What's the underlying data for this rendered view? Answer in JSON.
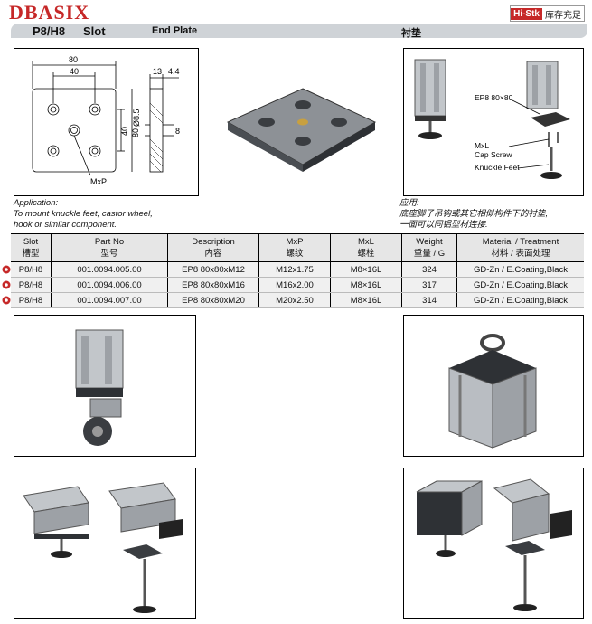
{
  "brand": {
    "name": "DBASIX",
    "badge_en": "Hi-Stk",
    "badge_cn": "库存充足"
  },
  "header": {
    "slot": "P8/H8",
    "slot_label": "Slot",
    "product": "End Plate",
    "product_cn": "衬垫"
  },
  "drawing": {
    "dim_80_top": "80",
    "dim_40_top": "40",
    "dim_13": "13",
    "dim_4_4": "4.4",
    "dim_8_5": "Ø8.5",
    "dim_40_side": "40",
    "dim_80_side": "80",
    "dim_8": "8",
    "thread": "MxP"
  },
  "assembly_labels": {
    "plate": "EP8 80×80",
    "screw_line1": "MxL",
    "screw_line2": "Cap Screw",
    "feet": "Knuckle Feet"
  },
  "application": {
    "en": [
      "Application:",
      "To mount knuckle feet, castor wheel,",
      "hook or similar component."
    ],
    "cn": [
      "应用:",
      "底座脚子吊钩或其它相似构件下的衬垫,",
      "一面可以同铝型材连接."
    ]
  },
  "table": {
    "headers": [
      {
        "en": "Slot",
        "cn": "槽型"
      },
      {
        "en": "Part No",
        "cn": "型号"
      },
      {
        "en": "Description",
        "cn": "内容"
      },
      {
        "en": "MxP",
        "cn": "螺纹"
      },
      {
        "en": "MxL",
        "cn": "螺栓"
      },
      {
        "en": "Weight",
        "cn": "重量 / G"
      },
      {
        "en": "Material / Treatment",
        "cn": "材料 / 表面处理"
      }
    ],
    "rows": [
      {
        "slot": "P8/H8",
        "part": "001.0094.005.00",
        "desc": "EP8 80x80xM12",
        "mxp": "M12x1.75",
        "mxl": "M8×16L",
        "weight": "324",
        "material": "GD-Zn / E.Coating,Black"
      },
      {
        "slot": "P8/H8",
        "part": "001.0094.006.00",
        "desc": "EP8 80x80xM16",
        "mxp": "M16x2.00",
        "mxl": "M8×16L",
        "weight": "317",
        "material": "GD-Zn / E.Coating,Black"
      },
      {
        "slot": "P8/H8",
        "part": "001.0094.007.00",
        "desc": "EP8 80x80xM20",
        "mxp": "M20x2.50",
        "mxl": "M8×16L",
        "weight": "314",
        "material": "GD-Zn / E.Coating,Black"
      }
    ]
  },
  "colors": {
    "brand_red": "#c62828",
    "header_gray": "#cfd3d7",
    "metal": "#b9bdc2",
    "dark": "#333333"
  }
}
